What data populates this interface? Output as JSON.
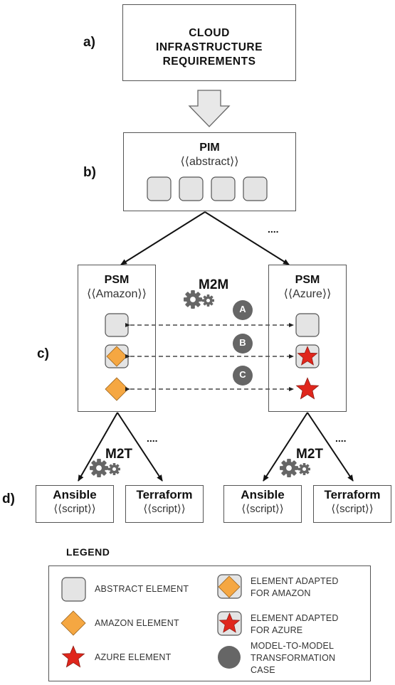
{
  "requirements": {
    "line1": "CLOUD",
    "line2": "INFRASTRUCTURE",
    "line3": "REQUIREMENTS"
  },
  "steps": {
    "a": "a)",
    "b": "b)",
    "c": "c)",
    "d": "d)"
  },
  "pim": {
    "title": "PIM",
    "stereotype": "⟨⟨abstract⟩⟩"
  },
  "ellipsis": "....",
  "psm_amazon": {
    "title": "PSM",
    "stereotype": "⟨⟨Amazon⟩⟩"
  },
  "psm_azure": {
    "title": "PSM",
    "stereotype": "⟨⟨Azure⟩⟩"
  },
  "m2m_label": "M2M",
  "m2t_label": "M2T",
  "cases": [
    "A",
    "B",
    "C"
  ],
  "scripts": [
    {
      "title": "Ansible",
      "stereotype": "⟨⟨script⟩⟩"
    },
    {
      "title": "Terraform",
      "stereotype": "⟨⟨script⟩⟩"
    },
    {
      "title": "Ansible",
      "stereotype": "⟨⟨script⟩⟩"
    },
    {
      "title": "Terraform",
      "stereotype": "⟨⟨script⟩⟩"
    }
  ],
  "legend": {
    "title": "LEGEND",
    "abstract": "ABSTRACT ELEMENT",
    "amazon": "AMAZON ELEMENT",
    "azure": "AZURE ELEMENT",
    "adapted_amazon_1": "ELEMENT ADAPTED",
    "adapted_amazon_2": "FOR AMAZON",
    "adapted_azure_1": "ELEMENT ADAPTED",
    "adapted_azure_2": "FOR AZURE",
    "m2m_case_1": "MODEL-TO-MODEL",
    "m2m_case_2": "TRANSFORMATION",
    "m2m_case_3": "CASE"
  },
  "colors": {
    "amazon": "#f5a742",
    "azure": "#e0261c",
    "element_fill": "#e4e4e4",
    "case_circle": "#666666",
    "gear": "#666666"
  }
}
